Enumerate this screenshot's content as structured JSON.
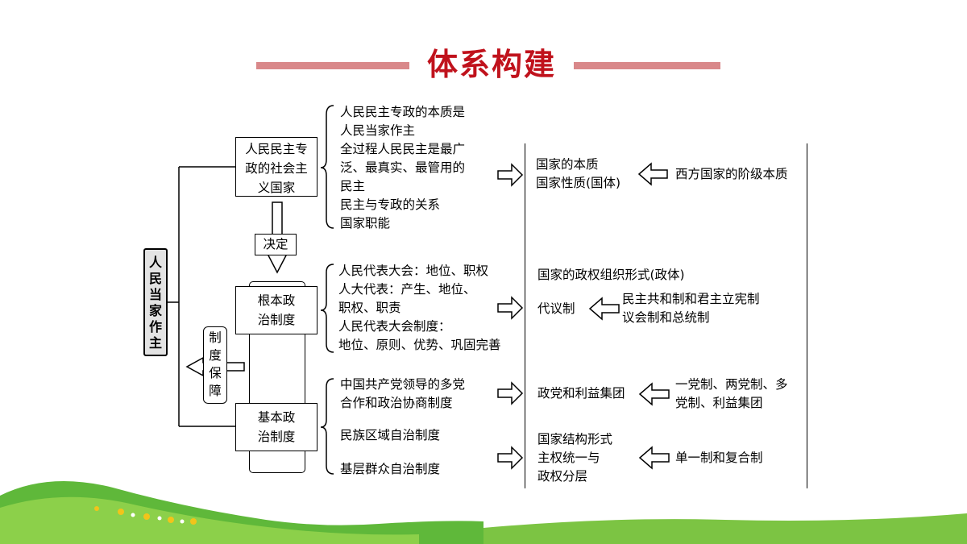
{
  "title": "体系构建",
  "colors": {
    "title": "#c0121c",
    "title_bar": "#d9888a",
    "grass": "#5fb83a"
  },
  "root": [
    "人",
    "民",
    "当",
    "家",
    "作",
    "主"
  ],
  "nodes": {
    "dictatorship": [
      "人民民主专",
      "政的社会主",
      "义国家"
    ],
    "decides": "决定",
    "fundamental": [
      "根本政",
      "治制度"
    ],
    "guarantee": [
      "制",
      "度",
      "保",
      "障"
    ],
    "basic": [
      "基本政",
      "治制度"
    ]
  },
  "details": {
    "dictatorship": [
      "人民民主专政的本质是",
      "人民当家作主",
      "全过程人民民主是最广",
      "泛、最真实、最管用的",
      "民主",
      "民主与专政的关系",
      "国家职能"
    ],
    "fundamental": [
      "人民代表大会：地位、职权",
      "人大代表：产生、地位、",
      "职权、职责",
      "人民代表大会制度：",
      "地位、原则、优势、巩固完善"
    ],
    "basic_1": [
      "中国共产党领导的多党",
      "合作和政治协商制度"
    ],
    "basic_2": [
      "民族区域自治制度"
    ],
    "basic_3": [
      "基层群众自治制度"
    ]
  },
  "comparison": {
    "row1": {
      "mid": [
        "国家的本质",
        "国家性质(国体)"
      ],
      "right": [
        "西方国家的阶级本质"
      ]
    },
    "row2": {
      "mid_title": "国家的政权组织形式(政体)",
      "mid": [
        "代议制"
      ],
      "right": [
        "民主共和制和君主立宪制",
        "议会制和总统制"
      ]
    },
    "row3": {
      "mid": [
        "政党和利益集团"
      ],
      "right": [
        "一党制、两党制、多",
        "党制、利益集团"
      ]
    },
    "row4": {
      "mid": [
        "国家结构形式",
        "主权统一与",
        "政权分层"
      ],
      "right": [
        "单一制和复合制"
      ]
    }
  }
}
